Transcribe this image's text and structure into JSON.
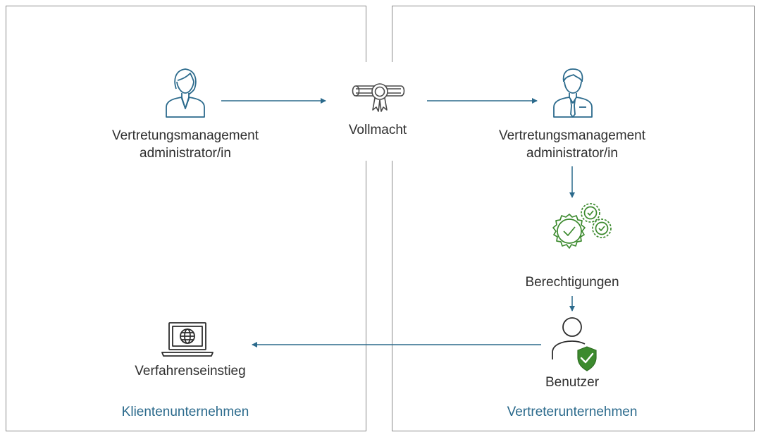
{
  "left_panel": {
    "admin_label_line1": "Vertretungsmanagement",
    "admin_label_line2": "administrator/in",
    "entry_label": "Verfahrenseinstieg",
    "company_label": "Klientenunternehmen"
  },
  "center": {
    "power_of_attorney_label": "Vollmacht"
  },
  "right_panel": {
    "admin_label_line1": "Vertretungsmanagement",
    "admin_label_line2": "administrator/in",
    "permissions_label": "Berechtigungen",
    "user_label": "Benutzer",
    "company_label": "Vertreterunternehmen"
  },
  "colors": {
    "icon_blue": "#2b6a8c",
    "arrow": "#2b6a8c",
    "check_green": "#3c8a2e",
    "border": "#8a8a8a"
  }
}
